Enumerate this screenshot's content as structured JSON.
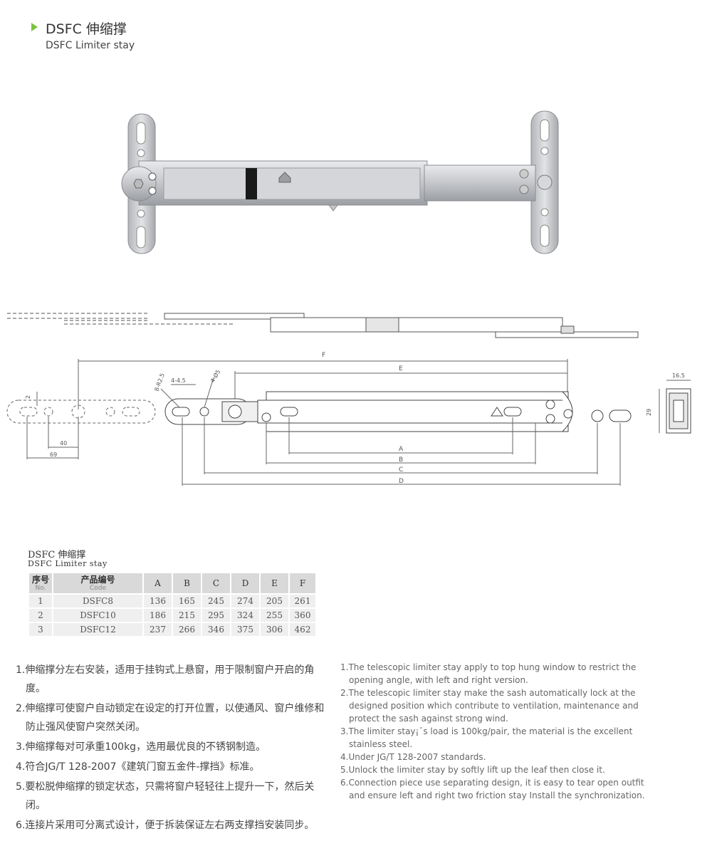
{
  "header": {
    "title": "DSFC 伸缩撑",
    "subtitle": "DSFC Limiter stay"
  },
  "drawing": {
    "dim_F": "F",
    "dim_E": "E",
    "dim_A": "A",
    "dim_B": "B",
    "dim_C": "C",
    "dim_D": "D",
    "dim_40": "40",
    "dim_69": "69",
    "dim_2": "2",
    "dim_r25": "8-R2.5",
    "dim_4x45": "4-4.5",
    "dim_phi5": "4-Ø5",
    "dim_165": "16.5",
    "dim_29": "29"
  },
  "table": {
    "title": "DSFC 伸缩撑",
    "subtitle": "DSFC Limiter stay",
    "headers": {
      "no_cn": "序号",
      "no_en": "No.",
      "code_cn": "产品编号",
      "code_en": "Code",
      "cols": [
        "A",
        "B",
        "C",
        "D",
        "E",
        "F"
      ]
    },
    "rows": [
      {
        "no": "1",
        "code": "DSFC8",
        "values": [
          "136",
          "165",
          "245",
          "274",
          "205",
          "261"
        ]
      },
      {
        "no": "2",
        "code": "DSFC10",
        "values": [
          "186",
          "215",
          "295",
          "324",
          "255",
          "360"
        ]
      },
      {
        "no": "3",
        "code": "DSFC12",
        "values": [
          "237",
          "266",
          "346",
          "375",
          "306",
          "462"
        ]
      }
    ]
  },
  "notes_cn": [
    "1.伸缩撑分左右安装，适用于挂钩式上悬窗，用于限制窗户开启的角度。",
    "2.伸缩撑可使窗户自动锁定在设定的打开位置，以使通风、窗户维修和防止强风使窗户突然关闭。",
    "3.伸缩撑每对可承重100kg，选用最优良的不锈钢制造。",
    "4.符合JG/T 128-2007《建筑门窗五金件-撑挡》标准。",
    "5.要松脱伸缩撑的锁定状态，只需将窗户轻轻往上提升一下，然后关闭。",
    "6.连接片采用可分离式设计，便于拆装保证左右两支撑挡安装同步。"
  ],
  "notes_en": [
    "1.The telescopic limiter stay apply to top hung window to restrict the opening angle, with left and right version.",
    "2.The telescopic limiter stay make the sash automatically lock at the designed position which contribute to ventilation, maintenance and protect the sash against strong wind.",
    "3.The limiter stay¡¯s load is 100kg/pair, the material is the excellent stainless steel.",
    "4.Under JG/T 128-2007 standards.",
    "5.Unlock the limiter stay by softly lift up the leaf then close it.",
    "6.Connection piece use separating design, it is easy to tear open outfit and ensure left and right two friction stay Install the synchronization."
  ]
}
